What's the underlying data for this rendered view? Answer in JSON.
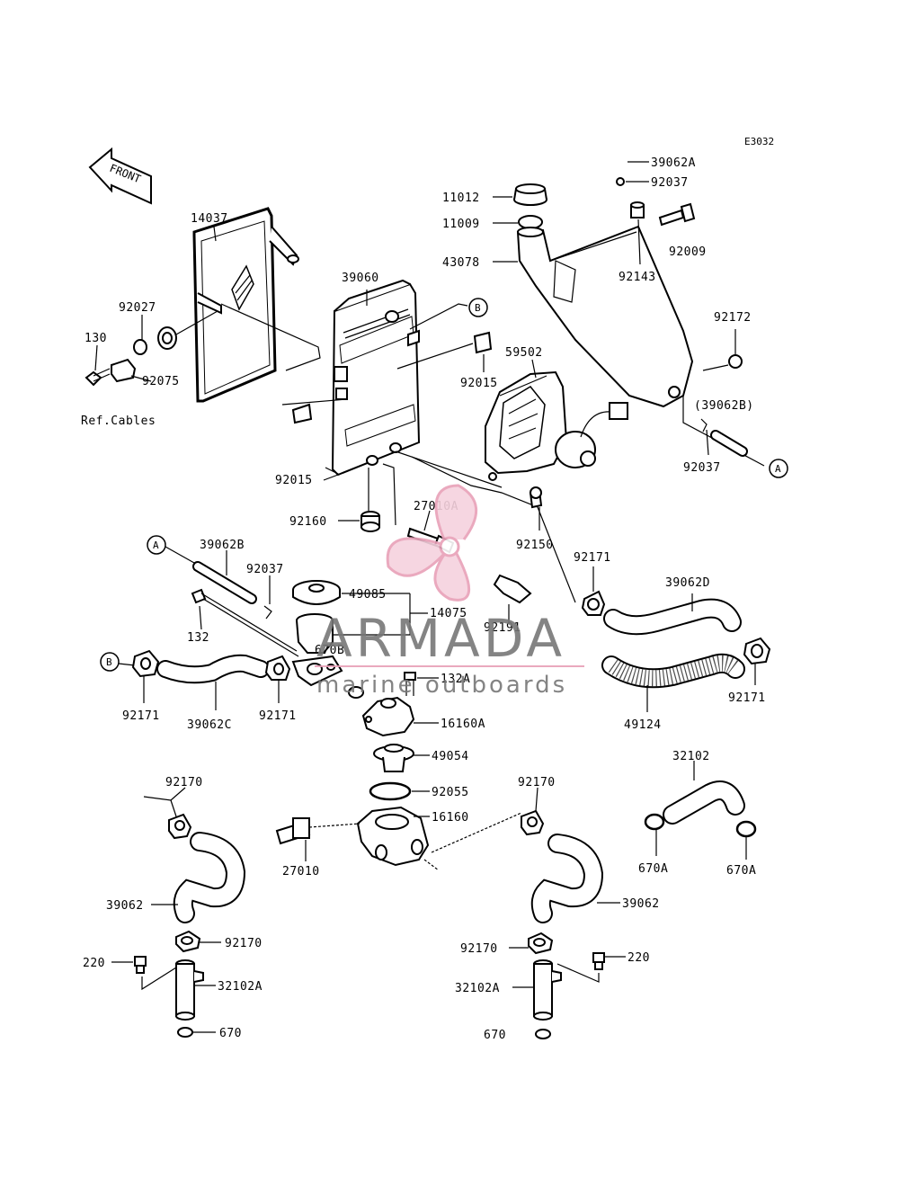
{
  "diagram_code": "E3032",
  "front_label": "FRONT",
  "ref_cables": "Ref.Cables",
  "callout_a": "A",
  "callout_b": "B",
  "watermark": {
    "brand": "ARMADA",
    "tagline": "marine outboards",
    "accent_color": "#e8a0b8",
    "text_color": "#777777"
  },
  "labels": {
    "p39062A": "39062A",
    "p92037_top": "92037",
    "p11012": "11012",
    "p11009": "11009",
    "p43078": "43078",
    "p92143": "92143",
    "p92009": "92009",
    "p14037": "14037",
    "p39060": "39060",
    "p92027": "92027",
    "p130": "130",
    "p92075": "92075",
    "p92172": "92172",
    "p59502": "59502",
    "p92015_a": "92015",
    "p39062B_paren": "(39062B)",
    "p92037_right": "92037",
    "p92015_b": "92015",
    "p92160": "92160",
    "p27010A": "27010A",
    "p92150": "92150",
    "p39062B": "39062B",
    "p92037_mid": "92037",
    "p92171_a": "92171",
    "p39062D": "39062D",
    "p49085": "49085",
    "p14075": "14075",
    "p132": "132",
    "p92191": "92191",
    "p670B": "670B",
    "p132A": "132A",
    "p92171_b": "92171",
    "p39062C": "39062C",
    "p92171_c": "92171",
    "p16160A": "16160A",
    "p49124": "49124",
    "p92171_d": "92171",
    "p49054": "49054",
    "p32102": "32102",
    "p92170_a": "92170",
    "p92055": "92055",
    "p92170_b": "92170",
    "p16160": "16160",
    "p27010": "27010",
    "p670A_a": "670A",
    "p670A_b": "670A",
    "p39062_a": "39062",
    "p39062_b": "39062",
    "p92170_c": "92170",
    "p92170_d": "92170",
    "p220_a": "220",
    "p220_b": "220",
    "p32102A_a": "32102A",
    "p32102A_b": "32102A",
    "p670_a": "670",
    "p670_b": "670"
  }
}
